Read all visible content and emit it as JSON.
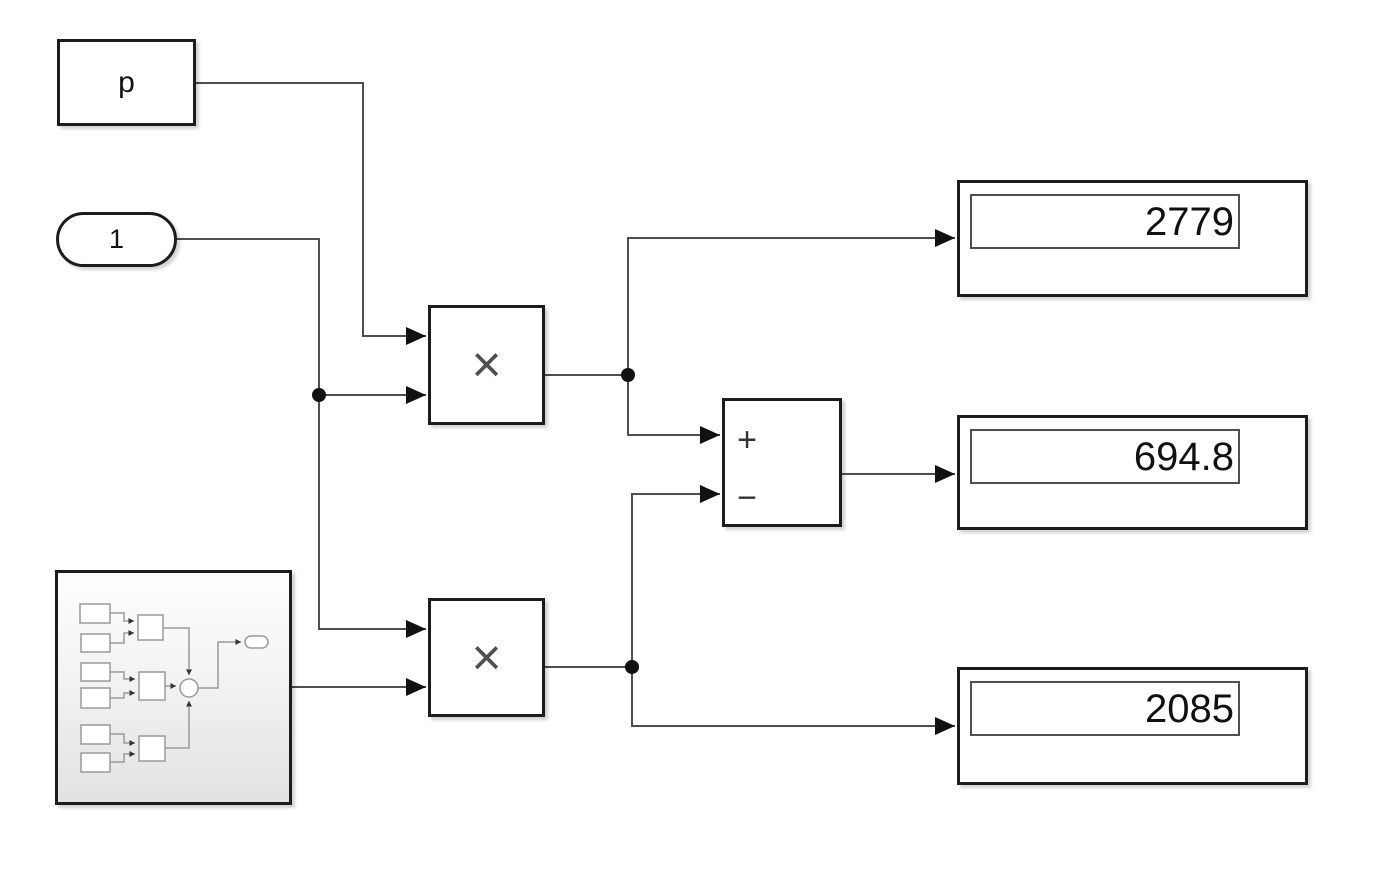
{
  "canvas": {
    "background": "#ffffff"
  },
  "colors": {
    "wire": "#4f4f4f",
    "block_border": "#1c1c1c",
    "junction_dot": "#111111",
    "display_inner_border": "#4f4f4f",
    "subsystem_thumbnail_stroke": "#9a9a9a"
  },
  "blocks": {
    "from_tag": {
      "label": "p"
    },
    "constant": {
      "label": "1"
    },
    "product_top": {
      "symbol": "×"
    },
    "product_bottom": {
      "symbol": "×"
    },
    "sum": {
      "plus_label": "+",
      "minus_label": "−"
    },
    "subsystem": {
      "icon": "subsystem-thumbnail-icon"
    },
    "displays": [
      {
        "value": "2779"
      },
      {
        "value": "694.8"
      },
      {
        "value": "2085"
      }
    ]
  }
}
